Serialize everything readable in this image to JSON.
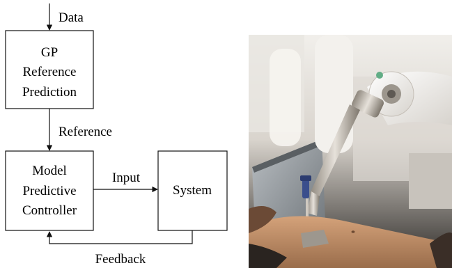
{
  "diagram": {
    "input_label": "Data",
    "gp_block": {
      "lines": [
        "GP",
        "Reference",
        "Prediction"
      ]
    },
    "reference_label": "Reference",
    "mpc_block": {
      "lines": [
        "Model",
        "Predictive",
        "Controller"
      ]
    },
    "input_signal_label": "Input",
    "system_block": {
      "label": "System"
    },
    "feedback_label": "Feedback"
  },
  "photo": {
    "subject": "robotic arm with instrument over patient phantom",
    "colors": {
      "background_dark": "#3d3a36",
      "robot_white": "#eceae6",
      "metal": "#b8b2a8",
      "skin": "#c99872",
      "screen": "#8e9499",
      "blue_handle": "#3a4e8c"
    }
  }
}
